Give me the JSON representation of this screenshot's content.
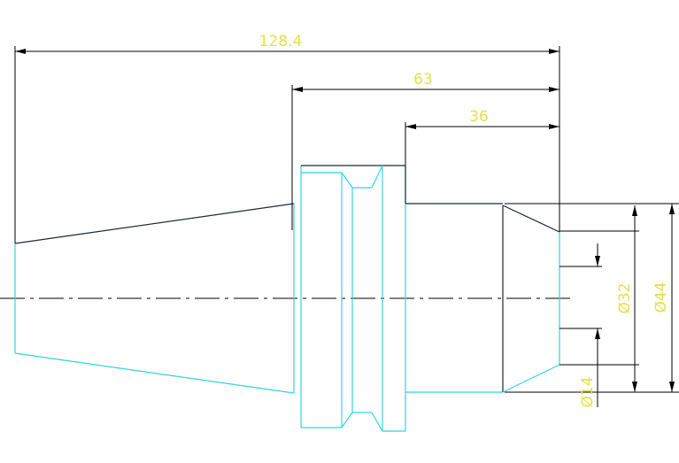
{
  "dimensions": {
    "overall_length": "128.4",
    "length_63": "63",
    "length_36": "36",
    "dia_44": "Ø44",
    "dia_32": "Ø32",
    "dia_14": "Ø14"
  },
  "colors": {
    "part_outline": "#2fd4e0",
    "dimension_text": "#e6e04a",
    "dimension_line": "#000000",
    "background": "#ffffff"
  }
}
